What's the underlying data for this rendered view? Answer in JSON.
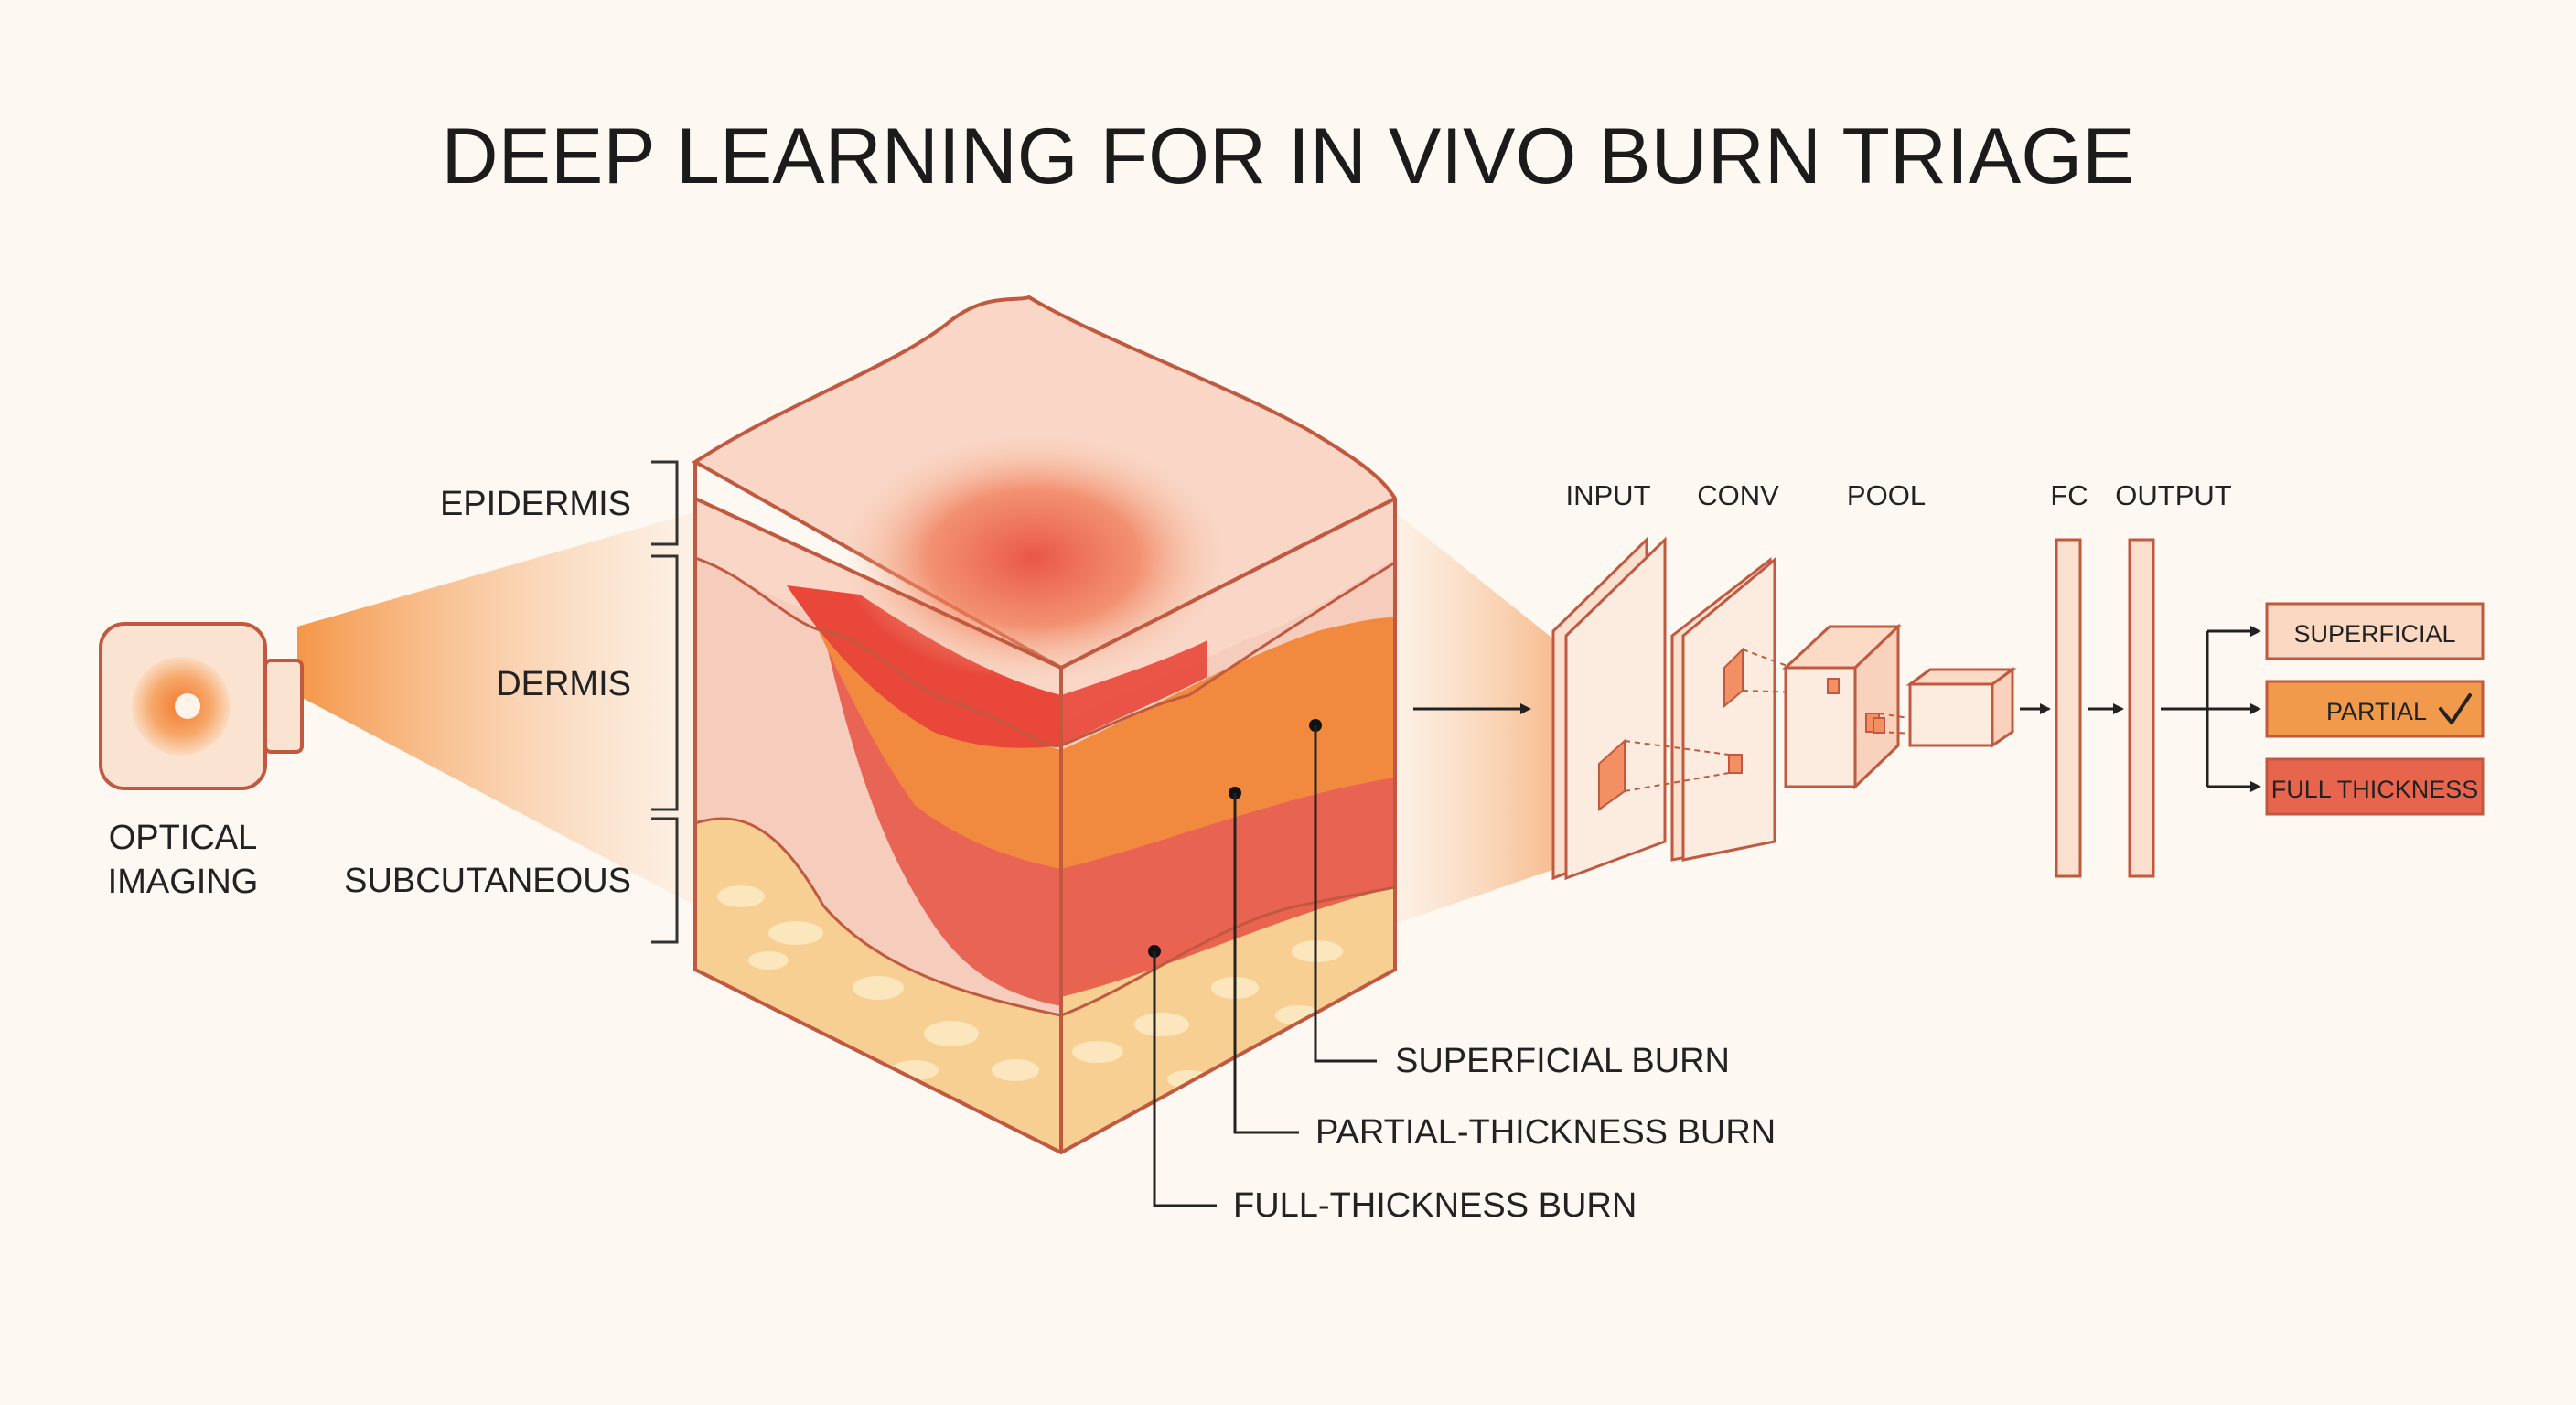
{
  "title": "DEEP LEARNING FOR IN VIVO BURN TRIAGE",
  "camera": {
    "icon": "camera-icon",
    "label_line1": "OPTICAL",
    "label_line2": "IMAGING"
  },
  "skin_layers": {
    "epidermis": "EPIDERMIS",
    "dermis": "DERMIS",
    "subcutaneous": "SUBCUTANEOUS"
  },
  "burn_labels": {
    "superficial": "SUPERFICIAL BURN",
    "partial": "PARTIAL-THICKNESS BURN",
    "full": "FULL-THICKNESS BURN"
  },
  "network_stages": {
    "input": "INPUT",
    "conv": "CONV",
    "pool": "POOL",
    "fc": "FC",
    "output": "OUTPUT"
  },
  "outputs": {
    "superficial": "SUPERFICIAL",
    "partial": "PARTIAL",
    "full": "FULL THICKNESS",
    "selected_mark": "check-icon"
  },
  "colors": {
    "background": "#fdf8f2",
    "outline": "#c0593f",
    "skin_light": "#f9d9c4",
    "partial_orange": "#f18a3f",
    "full_red": "#e75a4a",
    "fat_yellow": "#f7cf92"
  }
}
